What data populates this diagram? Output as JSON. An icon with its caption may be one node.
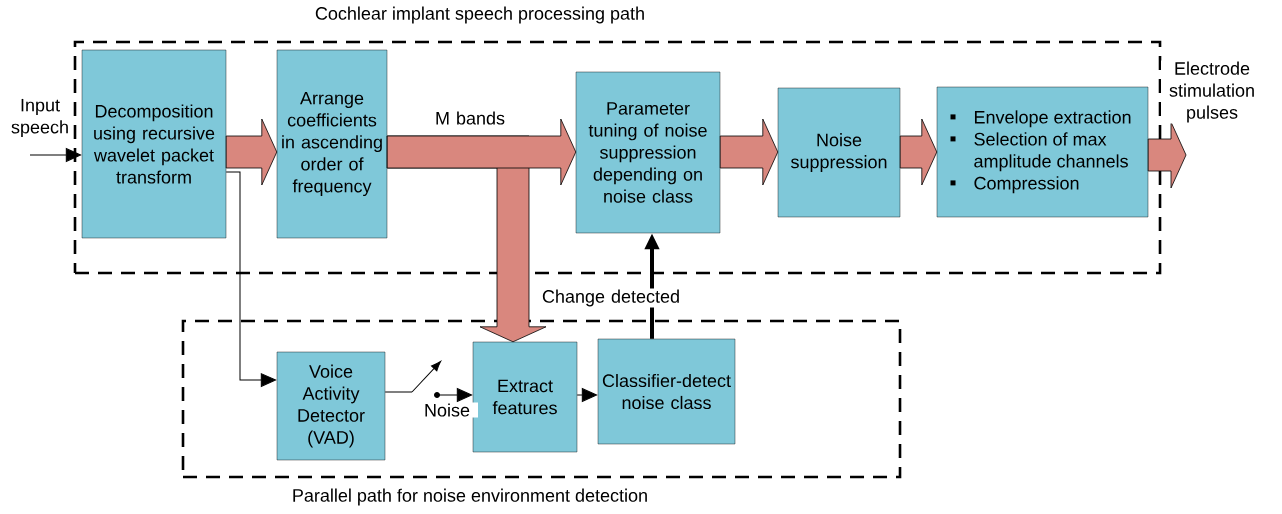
{
  "diagram": {
    "nodes": [
      {
        "text": [
          "Cochlear implant speech processing path"
        ]
      },
      {
        "text": [
          "Decomposition using recursive wavelet packet transform"
        ],
        "in": 0
      },
      {
        "text": [
          "Arrange coefficients in ascending order of frequency"
        ],
        "in": 0
      },
      {
        "text": [
          "Parameter tuning of noise suppression depending on noise class"
        ],
        "in": 0
      },
      {
        "text": [
          "Noise suppression"
        ],
        "in": 0
      },
      {
        "text": [
          "Envelope extraction",
          "Selection of max amplitude channels",
          "Compression"
        ],
        "in": 0
      },
      {
        "text": [
          "Parallel path for noise environment detection"
        ]
      },
      {
        "text": [
          "Voice Activity Detector (VAD)"
        ],
        "in": 6
      },
      {
        "text": [
          "Extract features"
        ],
        "in": 6
      },
      {
        "text": [
          "Classifier-detect noise class"
        ],
        "in": 6
      }
    ],
    "edges": [
      {
        "from": null,
        "to": 1,
        "arrow": "to",
        "label": "Input speech",
        "color": "#000000"
      },
      {
        "from": 1,
        "to": 2,
        "arrow": "to",
        "style": "thick"
      },
      {
        "from": 2,
        "to": 3,
        "arrow": "to",
        "style": "thick",
        "label": "M bands"
      },
      {
        "from": 2,
        "to": 8,
        "arrow": "to",
        "style": "thick"
      },
      {
        "from": 3,
        "to": 4,
        "arrow": "to",
        "style": "thick"
      },
      {
        "from": 4,
        "to": 5,
        "arrow": "to",
        "style": "thick"
      },
      {
        "from": 5,
        "to": null,
        "arrow": "to",
        "style": "thick",
        "label": "Electrode stimulation pulses"
      },
      {
        "from": 1,
        "to": 7,
        "arrow": "to",
        "color": "#000000"
      },
      {
        "from": 7,
        "to": 8,
        "arrow": "to",
        "label": "Noise",
        "color": "#000000"
      },
      {
        "from": 8,
        "to": 9,
        "arrow": "to",
        "color": "#000000"
      },
      {
        "from": 9,
        "to": 3,
        "arrow": "to",
        "style": "thick",
        "label": "Change detected",
        "color": "#000000"
      }
    ]
  }
}
